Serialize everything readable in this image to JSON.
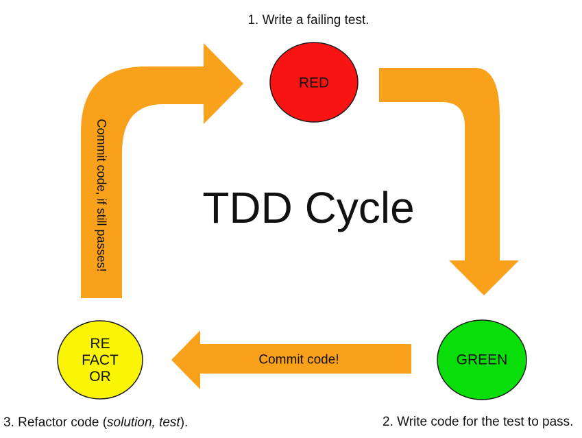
{
  "title": "TDD Cycle",
  "steps": {
    "step1": "1. Write a failing test.",
    "step2": "2. Write code for the test to pass.",
    "step3_prefix": "3. Refactor code (",
    "step3_italic": "solution, test",
    "step3_suffix": ")."
  },
  "nodes": {
    "red": {
      "label": "RED",
      "fill": "#F91414"
    },
    "green": {
      "label": "GREEN",
      "fill": "#0ADE0A"
    },
    "refactor": {
      "lines": [
        "RE",
        "FACT",
        "OR"
      ],
      "fill": "#FAF505"
    }
  },
  "arrows": {
    "color": "#F9A11B",
    "commit_label": "Commit code!",
    "commit_if_passes_label": "Commit code, if still passes!"
  },
  "colors": {
    "background": "#FFFFFF",
    "text": "#111111",
    "node_stroke": "#1A1A1A"
  }
}
